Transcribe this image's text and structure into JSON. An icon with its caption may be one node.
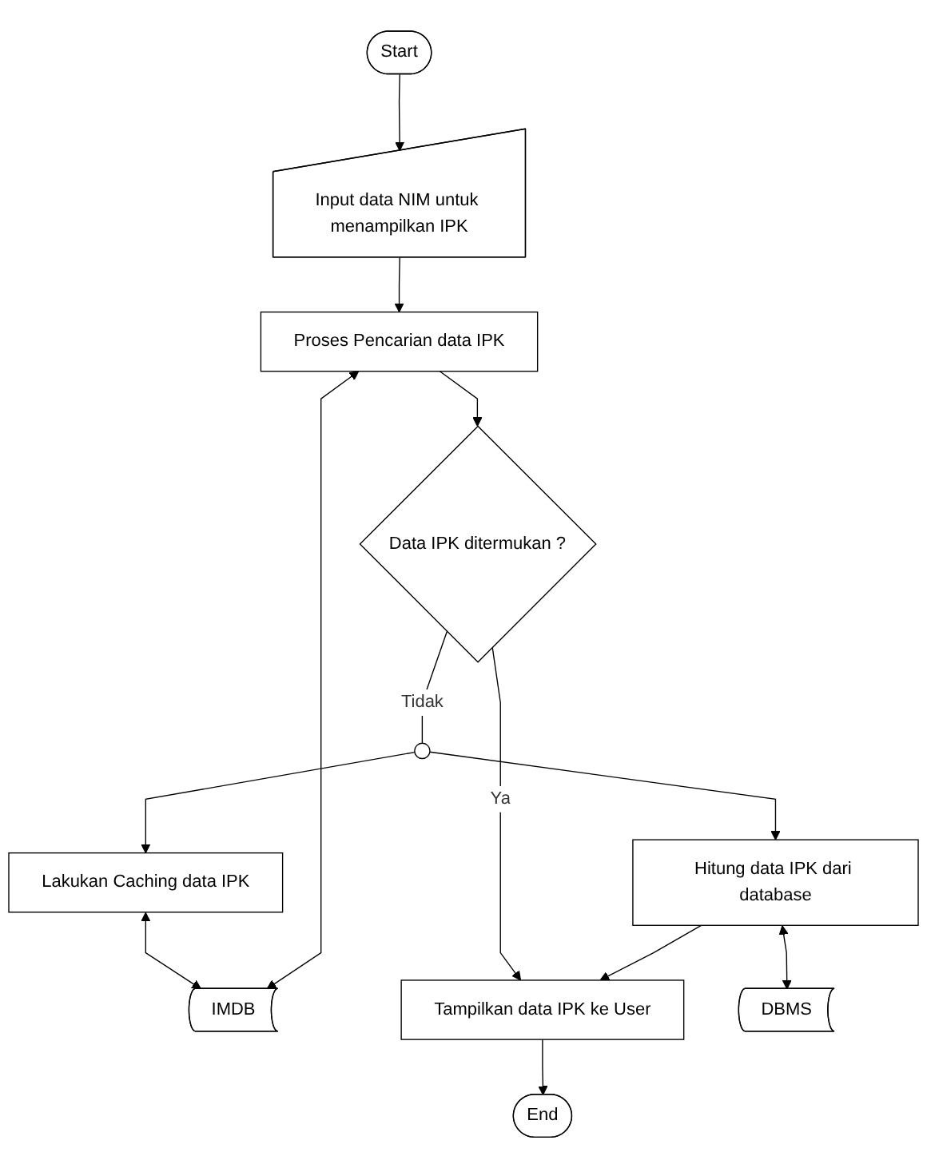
{
  "diagram": {
    "nodes": [
      {
        "text": [
          "Start"
        ]
      },
      {
        "text": [
          "Input data NIM untuk menampilkan IPK"
        ]
      },
      {
        "text": [
          "IMDB"
        ]
      },
      {
        "text": [
          "Proses Pencarian data IPK"
        ]
      },
      {
        "text": [
          "Lakukan Caching data IPK"
        ]
      },
      {
        "text": [
          "Data IPK ditermukan ?"
        ]
      },
      {
        "text": [],
        "shape": "circle"
      },
      {
        "text": [
          "Hitung data IPK dari database"
        ]
      },
      {
        "text": [
          "Tampilkan data IPK ke User"
        ]
      },
      {
        "text": [
          "DBMS"
        ]
      },
      {
        "text": [
          "End"
        ]
      }
    ],
    "edges": [
      {
        "from": 0,
        "to": 1,
        "arrow": "to"
      },
      {
        "from": 1,
        "to": 3,
        "arrow": "to"
      },
      {
        "from": 2,
        "to": 3,
        "arrow": "both"
      },
      {
        "from": 4,
        "to": 2,
        "arrow": "both"
      },
      {
        "from": 3,
        "to": 5,
        "arrow": "to"
      },
      {
        "from": 5,
        "to": 6,
        "label": "Tidak",
        "arrow": "none"
      },
      {
        "from": 6,
        "to": 4,
        "arrow": "to"
      },
      {
        "from": 6,
        "to": 7,
        "arrow": "to"
      },
      {
        "from": 5,
        "to": 8,
        "label": "Ya",
        "arrow": "to"
      },
      {
        "from": 7,
        "to": 8,
        "arrow": "to"
      },
      {
        "from": 7,
        "to": 9,
        "arrow": "both"
      },
      {
        "from": 8,
        "to": 10,
        "arrow": "to"
      }
    ]
  }
}
